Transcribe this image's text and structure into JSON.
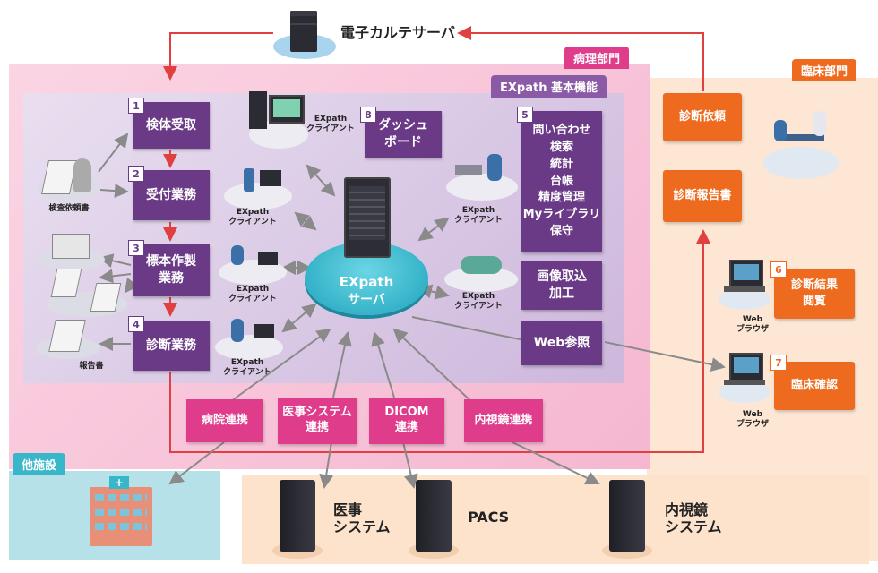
{
  "zones": {
    "pathology": "病理部門",
    "clinical": "臨床部門",
    "core": "EXpath 基本機能",
    "other_facility": "他施設"
  },
  "ehr_server": "電子カルテサーバ",
  "workflow": [
    {
      "num": "1",
      "label": "検体受取"
    },
    {
      "num": "2",
      "label": "受付業務"
    },
    {
      "num": "3",
      "label": "標本作製\n業務"
    },
    {
      "num": "4",
      "label": "診断業務"
    }
  ],
  "dashboard": {
    "num": "8",
    "label": "ダッシュ\nボード"
  },
  "features": {
    "num": "5",
    "label": "問い合わせ\n検索\n統計\n台帳\n精度管理\nMyライブラリ\n保守"
  },
  "image_box": "画像取込\n加工",
  "web_ref": "Web参照",
  "center_server": {
    "line1": "EXpath",
    "line2": "サーバ"
  },
  "client_label": "EXpath\nクライアント",
  "doc_labels": {
    "request_form": "検査依頼書",
    "report": "報告書"
  },
  "integrations": [
    "病院連携",
    "医事システム\n連携",
    "DICOM\n連携",
    "内視鏡連携"
  ],
  "clinical_boxes": {
    "request": "診断依頼",
    "report": "診断報告書"
  },
  "web_items": [
    {
      "num": "6",
      "label": "診断結果\n閲覧"
    },
    {
      "num": "7",
      "label": "臨床確認"
    }
  ],
  "web_browser": "Web\nブラウザ",
  "external_systems": [
    "医事\nシステム",
    "PACS",
    "内視鏡\nシステム"
  ],
  "colors": {
    "purple": "#6b3a86",
    "magenta": "#df3c8c",
    "orange": "#ee6a1e",
    "pink_bg": "#f9c7dc",
    "peach_bg": "#fde3cc",
    "cyan": "#37b7c9",
    "arrow_red": "#e04040",
    "arrow_gray": "#8a8a8a"
  }
}
